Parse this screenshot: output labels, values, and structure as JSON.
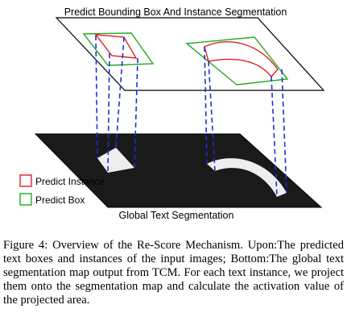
{
  "diagram": {
    "top_title": "Predict Bounding Box And Instance Segmentation",
    "bottom_title": "Global Text Segmentation",
    "legend": {
      "instance_label": "Predict Instance",
      "box_label": "Predict Box"
    },
    "colors": {
      "instance": "#e0202a",
      "box": "#22aa22",
      "projection": "#1f2fd6",
      "segmentation_map": "#1a1a1a",
      "text_region": "#eeeeee"
    }
  },
  "caption": {
    "figure_label": "Figure 4:",
    "text": " Overview of the Re-Score Mechanism. Upon:The predicted text boxes and instances of the input images; Bottom:The global text segmentation map output from TCM. For each text instance, we project them onto the segmentation map and calculate the activation value of the projected area."
  }
}
